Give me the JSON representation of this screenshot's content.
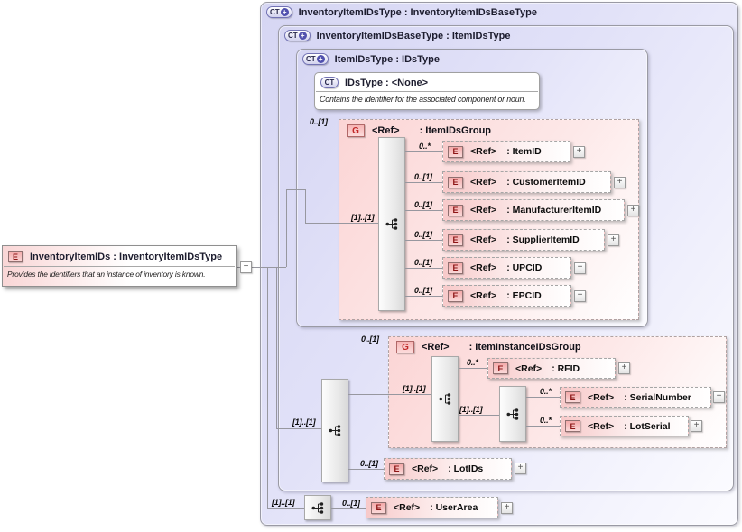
{
  "icons": {
    "element_letter": "E",
    "group_letter": "G",
    "complex_type_letter": "CT",
    "ct_plus": "+",
    "expand": "+",
    "collapse": "−"
  },
  "colors": {
    "container_fill": "#dcdcf6",
    "group_fill": "#fbd6d6",
    "element_fill": "#f7c9c9",
    "connector_line": "#98989e"
  },
  "root_element": {
    "title": "InventoryItemIDs : InventoryItemIDsType",
    "annotation": "Provides the identifiers that an instance of inventory is known."
  },
  "containers": {
    "inventory_item_ids_type": {
      "title": "InventoryItemIDsType : InventoryItemIDsBaseType"
    },
    "inventory_item_ids_base_type": {
      "title": "InventoryItemIDsBaseType : ItemIDsType"
    },
    "item_ids_type": {
      "title": "ItemIDsType : IDsType"
    }
  },
  "ids_type_box": {
    "title": "IDsType : <None>",
    "annotation": "Contains the identifier for the associated component or noun."
  },
  "item_ids_group": {
    "cardinality": "0..[1]",
    "ref": "<Ref>",
    "name": ": ItemIDsGroup",
    "sequence_cardinality": "[1]..[1]",
    "children": [
      {
        "cardinality": "0..*",
        "ref": "<Ref>",
        "name": ": ItemID"
      },
      {
        "cardinality": "0..[1]",
        "ref": "<Ref>",
        "name": ": CustomerItemID"
      },
      {
        "cardinality": "0..[1]",
        "ref": "<Ref>",
        "name": ": ManufacturerItemID"
      },
      {
        "cardinality": "0..[1]",
        "ref": "<Ref>",
        "name": ": SupplierItemID"
      },
      {
        "cardinality": "0..[1]",
        "ref": "<Ref>",
        "name": ": UPCID"
      },
      {
        "cardinality": "0..[1]",
        "ref": "<Ref>",
        "name": ": EPCID"
      }
    ]
  },
  "base_sequence": {
    "cardinality": "[1]..[1]"
  },
  "item_instance_ids_group": {
    "cardinality": "0..[1]",
    "ref": "<Ref>",
    "name": ": ItemInstanceIDsGroup",
    "sequence_cardinality": "[1]..[1]",
    "inner_sequence_cardinality": "[1]..[1]",
    "children": [
      {
        "cardinality": "0..*",
        "ref": "<Ref>",
        "name": ": RFID"
      },
      {
        "cardinality": "0..*",
        "ref": "<Ref>",
        "name": ": SerialNumber"
      },
      {
        "cardinality": "0..*",
        "ref": "<Ref>",
        "name": ": LotSerial"
      }
    ]
  },
  "lot_ids": {
    "cardinality": "0..[1]",
    "ref": "<Ref>",
    "name": ": LotIDs"
  },
  "user_area_sequence": {
    "cardinality": "[1]..[1]"
  },
  "user_area": {
    "cardinality": "0..[1]",
    "ref": "<Ref>",
    "name": ": UserArea"
  }
}
